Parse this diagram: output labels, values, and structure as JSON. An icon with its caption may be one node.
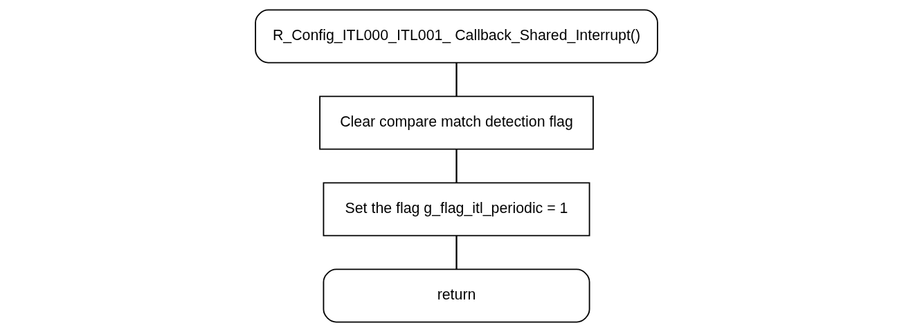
{
  "diagram": {
    "nodes": [
      {
        "text": [
          "R_Config_ITL000_ITL001_ Callback_Shared_Interrupt()"
        ]
      },
      {
        "text": [
          "Clear compare match detection flag"
        ]
      },
      {
        "text": [
          "Set the flag g_flag_itl_periodic = 1"
        ]
      },
      {
        "text": [
          "return"
        ]
      }
    ],
    "edges": [
      {
        "from": 0,
        "to": 1,
        "arrow": "none"
      },
      {
        "from": 1,
        "to": 2,
        "arrow": "none"
      },
      {
        "from": 2,
        "to": 3,
        "arrow": "none"
      }
    ]
  }
}
